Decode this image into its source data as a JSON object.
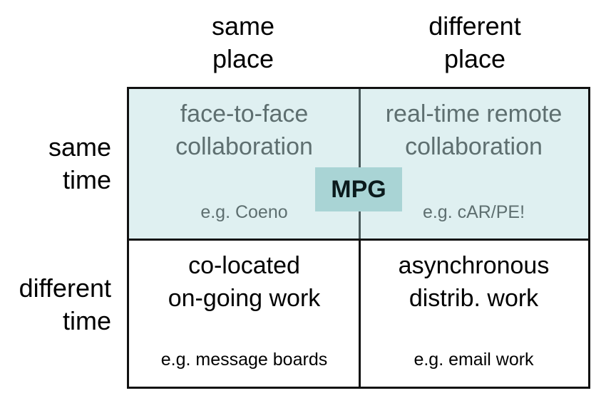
{
  "columns": {
    "same_place": {
      "line1": "same",
      "line2": "place"
    },
    "different_place": {
      "line1": "different",
      "line2": "place"
    }
  },
  "rows": {
    "same_time": {
      "line1": "same",
      "line2": "time"
    },
    "different_time": {
      "line1": "different",
      "line2": "time"
    }
  },
  "cells": {
    "top_left": {
      "line1": "face-to-face",
      "line2": "collaboration",
      "example": "e.g. Coeno"
    },
    "top_right": {
      "line1": "real-time remote",
      "line2": "collaboration",
      "example": "e.g. cAR/PE!"
    },
    "bottom_left": {
      "line1": "co-located",
      "line2": "on-going work",
      "example": "e.g. message boards"
    },
    "bottom_right": {
      "line1": "asynchronous",
      "line2": "distrib. work",
      "example": "e.g. email work"
    }
  },
  "badge": {
    "label": "MPG"
  },
  "colors": {
    "top_row_fill": "#dff0f1",
    "top_row_text": "#5e6f70",
    "badge_fill": "#a9d4d5",
    "border": "#111111"
  }
}
